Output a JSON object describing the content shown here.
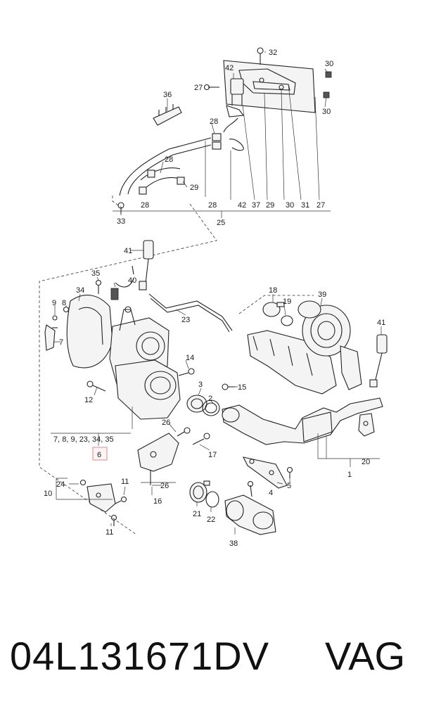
{
  "callouts": {
    "c32": "32",
    "c42": "42",
    "c27a": "27",
    "c30a": "30",
    "c30b": "30",
    "c36": "36",
    "c28a": "28",
    "c28b": "28",
    "c29a": "29",
    "c28c": "28",
    "c33": "33",
    "row_a": "28",
    "row_b": "42",
    "row_c": "37",
    "row_d": "29",
    "row_e": "30",
    "row_f": "31",
    "row_g": "27",
    "c25": "25",
    "c41a": "41",
    "c35": "35",
    "c40": "40",
    "c34": "34",
    "c9": "9",
    "c8": "8",
    "c7": "7",
    "c23": "23",
    "c18": "18",
    "c19": "19",
    "c39": "39",
    "c41b": "41",
    "c14": "14",
    "c3": "3",
    "c15": "15",
    "c2": "2",
    "c12": "12",
    "c26a": "26",
    "c17": "17",
    "c26b": "26",
    "c16": "16",
    "c24": "24",
    "c10": "10",
    "c11a": "11",
    "c11b": "11",
    "c21": "21",
    "c22": "22",
    "c38": "38",
    "c4": "4",
    "c5": "5",
    "c1": "1",
    "c20": "20",
    "group_list": "7, 8, 9, 23, 34, 35",
    "highlight": "6"
  },
  "footer": {
    "part_number": "04L131671DV",
    "brand": "VAG"
  },
  "colors": {
    "line": "#222222",
    "highlight_border": "#e08a8a",
    "background": "#ffffff"
  }
}
